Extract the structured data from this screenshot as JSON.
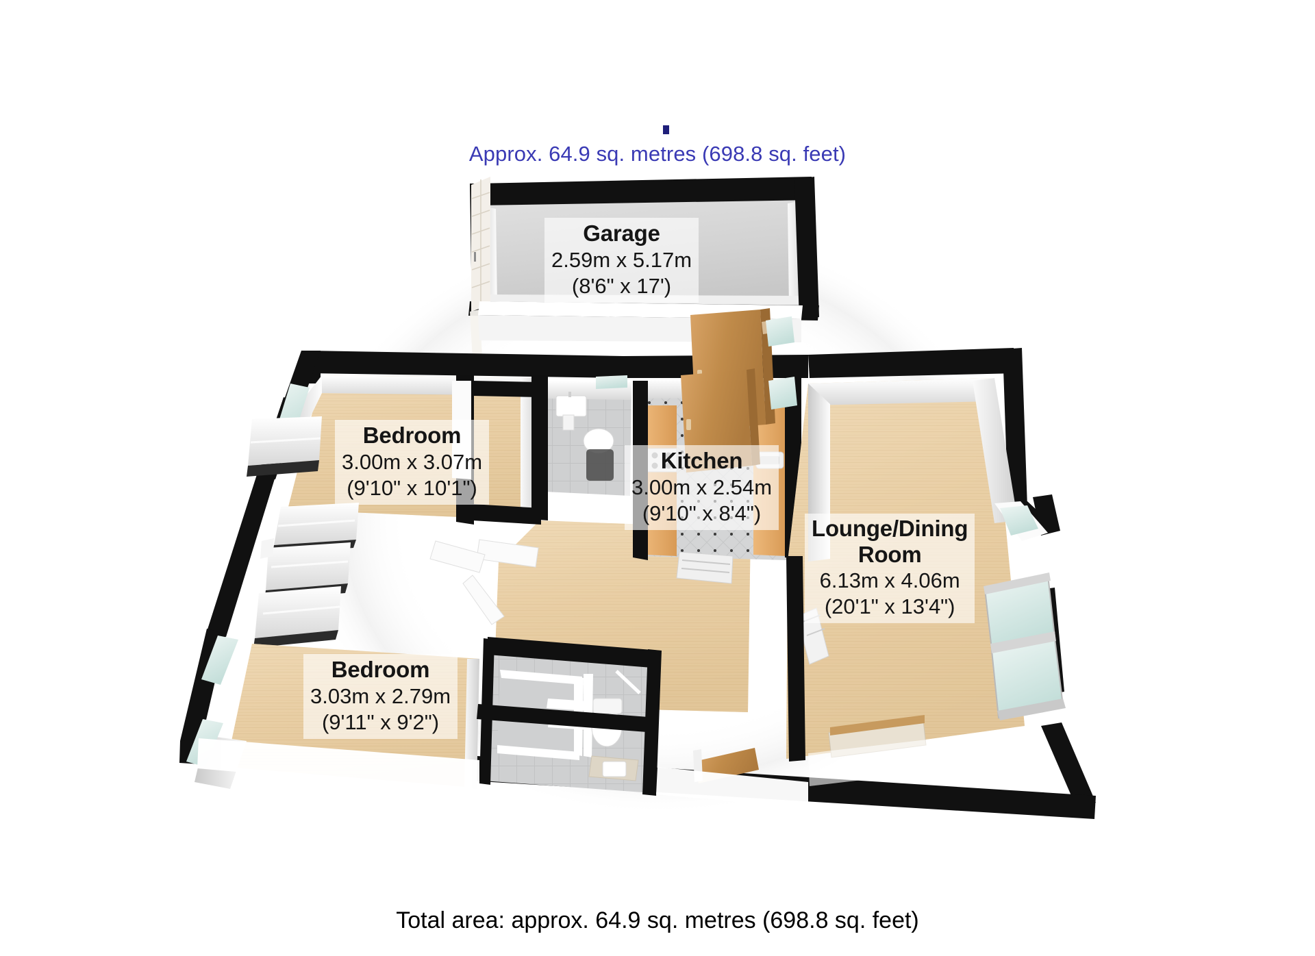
{
  "document": {
    "type": "3d-floor-plan",
    "header_marker": "square-bullet-icon",
    "header_title": "Approx. 64.9 sq. metres (698.8 sq. feet)",
    "footer_total": "Total area: approx. 64.9 sq. metres (698.8 sq. feet)"
  },
  "colors": {
    "header_title": "#3a3ab4",
    "marker": "#1f1f7a",
    "footer_text": "#000000",
    "exterior_wall": "#111111",
    "interior_wall": "#f2f2f2",
    "wood_floor": "#e8cda2",
    "tile_floor": "#cfd0d0",
    "garage_floor": "#d5d5d5",
    "glass": "#d6e9e6",
    "door_wood": "#c08b4a",
    "counter_wood": "#e1a862",
    "background": "#ffffff"
  },
  "rooms": [
    {
      "id": "garage",
      "name": "Garage",
      "metric": "2.59m x 5.17m",
      "imperial": "(8'6\" x 17')",
      "floor": "concrete-grey"
    },
    {
      "id": "bedroom1",
      "name": "Bedroom",
      "metric": "3.00m x 3.07m",
      "imperial": "(9'10\" x 10'1\")",
      "floor": "wood"
    },
    {
      "id": "kitchen",
      "name": "Kitchen",
      "metric": "3.00m x 2.54m",
      "imperial": "(9'10\" x 8'4\")",
      "floor": "tile"
    },
    {
      "id": "lounge",
      "name": "Lounge/Dining Room",
      "name_line1": "Lounge/Dining",
      "name_line2": "Room",
      "metric": "6.13m x 4.06m",
      "imperial": "(20'1\" x 13'4\")",
      "floor": "wood"
    },
    {
      "id": "bedroom2",
      "name": "Bedroom",
      "metric": "3.03m x 2.79m",
      "imperial": "(9'11\" x 9'2\")",
      "floor": "wood"
    }
  ],
  "unlabelled_spaces": [
    {
      "id": "wc",
      "name": "cloakroom-wc",
      "fixtures": [
        "wash-basin",
        "toilet"
      ]
    },
    {
      "id": "bathroom",
      "name": "bathroom",
      "fixtures": [
        "bath",
        "toilet",
        "wash-basin"
      ]
    },
    {
      "id": "hallway",
      "name": "hallway",
      "floor": "wood"
    }
  ],
  "fixtures": {
    "garage_door": "up-and-over-garage-door",
    "kitchen_hob": "hob-icon",
    "kitchen_sink": "sink-icon",
    "patio_doors": "sliding-patio-doors",
    "wardrobes": "built-in-wardrobes",
    "radiators": "radiator-icon"
  }
}
